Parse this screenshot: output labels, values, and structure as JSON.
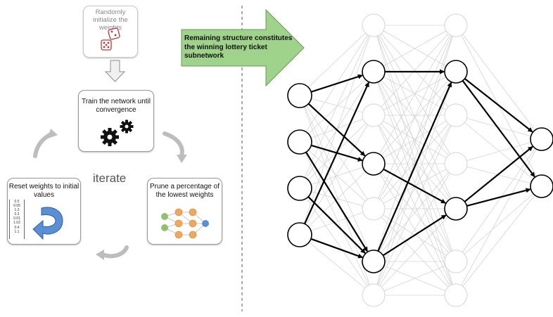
{
  "cycle": {
    "init_label": "Randomly initialize the weights",
    "train_label": "Train the network until convergence",
    "prune_label": "Prune a percentage of the lowest weights",
    "reset_label": "Reset weights to initial values",
    "iterate_label": "iterate",
    "weight_values": [
      "0.5",
      "0.05",
      "1.3",
      "0.3",
      "0.01",
      "1.02",
      "0.4",
      "1.1"
    ]
  },
  "callout": {
    "text": "Remaining structure constitutes the winning lottery ticket subnetwork",
    "fill_color": "#9fd28a"
  },
  "network": {
    "layer_sizes": [
      4,
      7,
      7,
      2
    ],
    "kept_nodes": [
      [
        0,
        1,
        2,
        3
      ],
      [
        0,
        2,
        5
      ],
      [
        0,
        4
      ],
      [
        0,
        1
      ]
    ],
    "kept_edges": [
      [
        0,
        0,
        0
      ],
      [
        0,
        0,
        2
      ],
      [
        0,
        1,
        2
      ],
      [
        0,
        1,
        5
      ],
      [
        0,
        2,
        5
      ],
      [
        0,
        3,
        5
      ],
      [
        0,
        3,
        0
      ],
      [
        1,
        0,
        0
      ],
      [
        1,
        2,
        4
      ],
      [
        1,
        5,
        4
      ],
      [
        1,
        5,
        0
      ],
      [
        2,
        0,
        0
      ],
      [
        2,
        0,
        1
      ],
      [
        2,
        4,
        0
      ],
      [
        2,
        4,
        1
      ]
    ],
    "kept_color": "#000000",
    "faded_color": "#d4d4d4"
  }
}
